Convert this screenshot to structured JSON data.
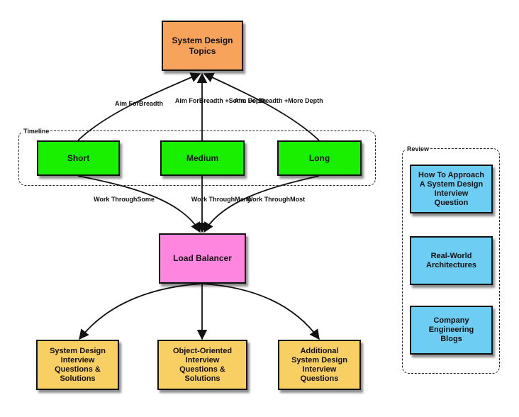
{
  "colors": {
    "orange": "#f7a35c",
    "green": "#19f000",
    "pink": "#ff86df",
    "yellow": "#f8cf63",
    "blue": "#6dcdf2",
    "stroke": "#111111"
  },
  "groups": {
    "timeline": {
      "label": "Timeline"
    },
    "review": {
      "label": "Review"
    }
  },
  "nodes": {
    "topics": {
      "lines": [
        "System Design",
        "Topics"
      ]
    },
    "short": {
      "lines": [
        "Short"
      ]
    },
    "medium": {
      "lines": [
        "Medium"
      ]
    },
    "long": {
      "lines": [
        "Long"
      ]
    },
    "load_balancer": {
      "lines": [
        "Load Balancer"
      ]
    },
    "sd_questions": {
      "lines": [
        "System Design",
        "Interview",
        "Questions &",
        "Solutions"
      ]
    },
    "oo_questions": {
      "lines": [
        "Object-Oriented",
        "Interview",
        "Questions &",
        "Solutions"
      ]
    },
    "additional_questions": {
      "lines": [
        "Additional",
        "System Design",
        "Interview",
        "Questions"
      ]
    },
    "approach": {
      "lines": [
        "How To Approach",
        "A System Design",
        "Interview",
        "Question"
      ]
    },
    "real_world": {
      "lines": [
        "Real-World",
        "Architectures"
      ]
    },
    "blogs": {
      "lines": [
        "Company",
        "Engineering",
        "Blogs"
      ]
    }
  },
  "edge_labels": {
    "short_to_topics": [
      "Aim For",
      "Breadth"
    ],
    "medium_to_topics": [
      "Aim For",
      "Breadth +",
      "Some Depth"
    ],
    "long_to_topics": [
      "Aim For",
      "Breadth +",
      "More Depth"
    ],
    "short_to_lb": [
      "Work Through",
      "Some"
    ],
    "medium_to_lb": [
      "Work Through",
      "Many"
    ],
    "long_to_lb": [
      "Work Through",
      "Most"
    ]
  }
}
